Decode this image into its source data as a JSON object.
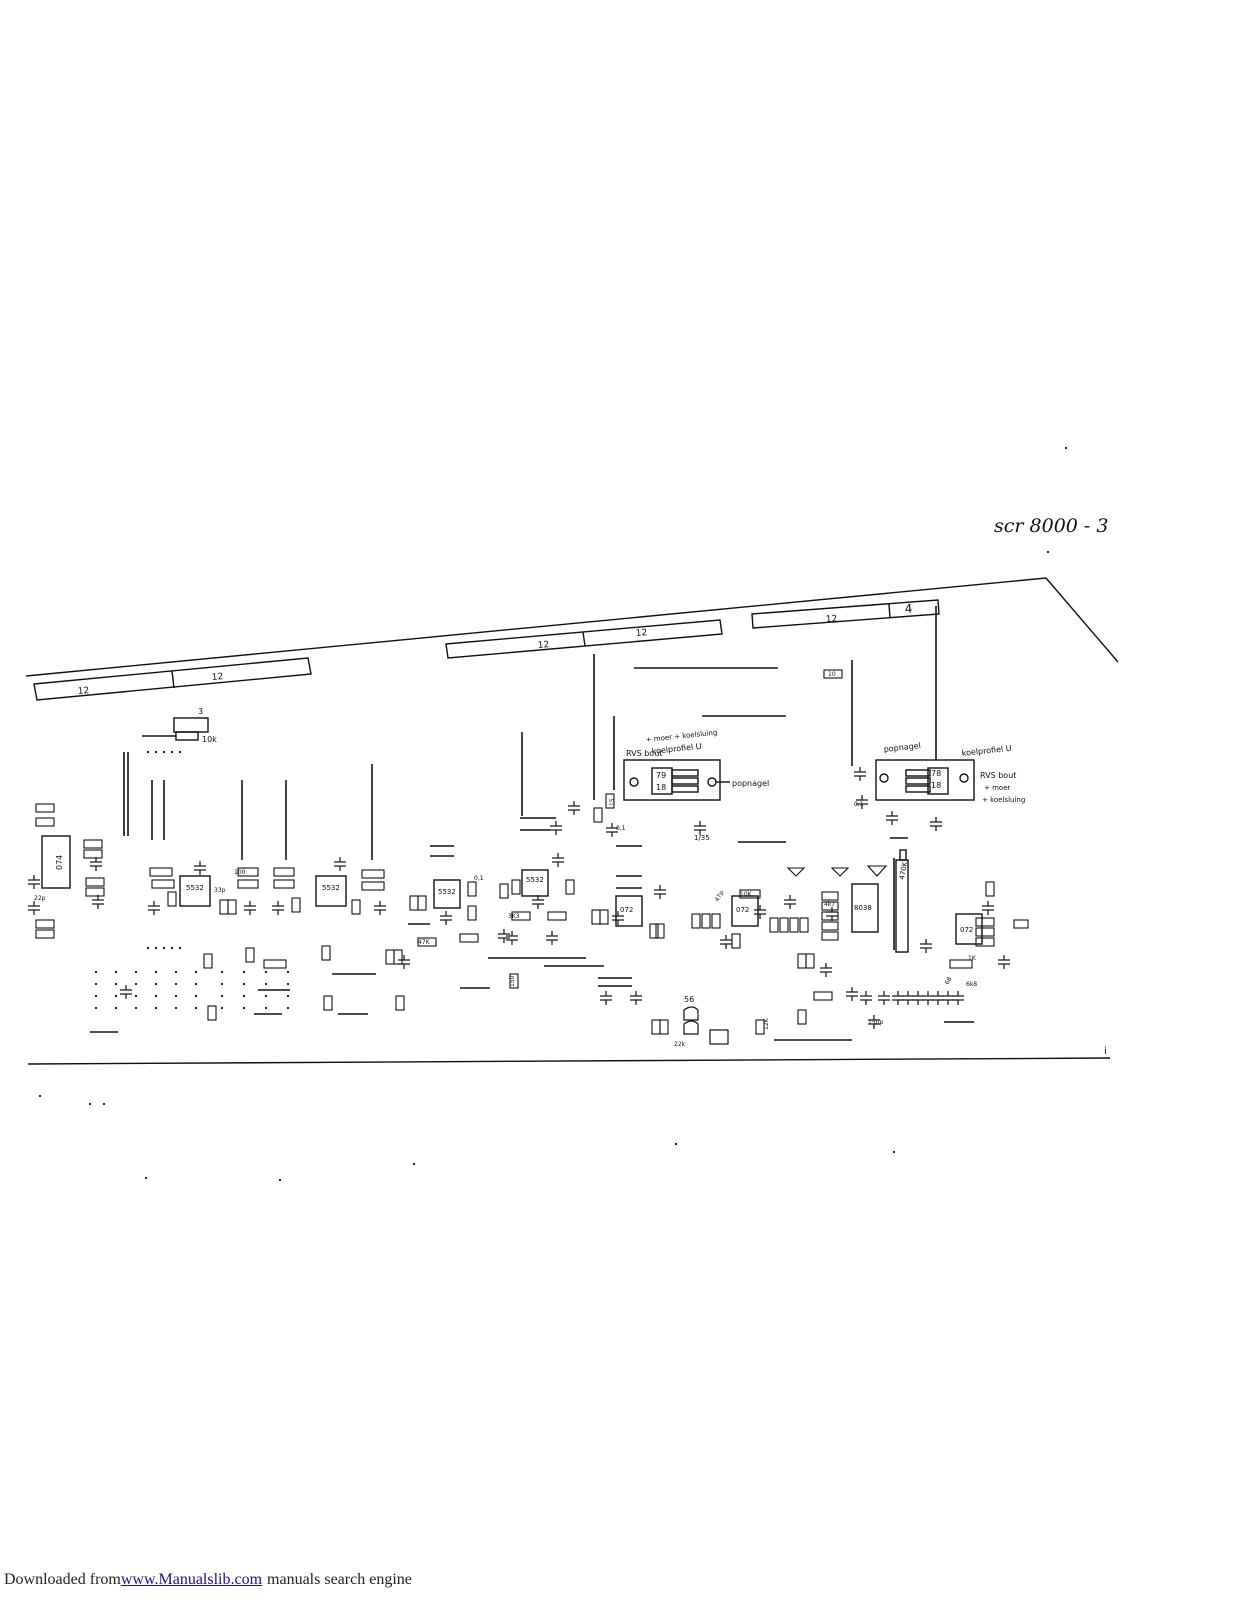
{
  "sheet": {
    "title": "scr 8000 - 3",
    "page_mark": "i"
  },
  "connectors": [
    {
      "id": "c1a",
      "label": "12"
    },
    {
      "id": "c1b",
      "label": "12"
    },
    {
      "id": "c2a",
      "label": "12"
    },
    {
      "id": "c2b",
      "label": "12"
    },
    {
      "id": "c3a",
      "label": "12"
    },
    {
      "id": "c3b",
      "label": "4"
    }
  ],
  "regulator_left": {
    "part_top": "79",
    "part_bottom": "18",
    "note_1": "+ moer + koelsluing",
    "note_2": "koelprofiel U",
    "bolt": "RVS bout",
    "rivet": "popnagel",
    "cap": "0,1",
    "cap2": "1/35"
  },
  "regulator_right": {
    "part_top": "78",
    "part_bottom": "18",
    "rivet": "popnagel",
    "note_profile": "koelprofiel U",
    "bolt": "RVS bout",
    "note_nut": "+ moer",
    "note_cool": "+ koelsluing",
    "cap": "0,1"
  },
  "ics": {
    "u1": "074",
    "u2": "5532",
    "u3": "5532",
    "u4": "5532",
    "u5": "5532",
    "u6": "072",
    "u7": "072",
    "u8": "8038",
    "u9": "072"
  },
  "labels": {
    "r_10k_top": "10k",
    "r_3": "3",
    "r_470k": "470K",
    "r_10k_mid": "10K",
    "l_47k": "47K",
    "l_3k3": "3K3",
    "l_1k": "1K",
    "l_100": "100",
    "l_12k": "12K",
    "l_150": "150",
    "l_22k": "22k",
    "l_56": "56",
    "l_15": "15",
    "l_10": "10",
    "l_0_1": "0,1",
    "l_33p": "33p",
    "l_150p": "150p",
    "l_47p": "47p",
    "l_6k8": "6k8",
    "l_4k7": "4k7",
    "l_22p": "22p",
    "l_68": "68"
  },
  "footer": {
    "prefix": "Downloaded from",
    "link": "www.Manualslib.com",
    "suffix": "manuals search engine"
  }
}
